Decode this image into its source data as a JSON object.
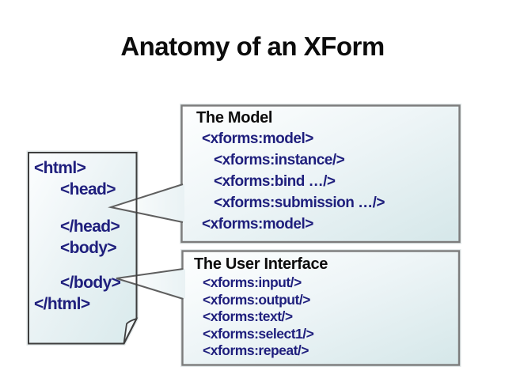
{
  "title": "Anatomy of an XForm",
  "document_box": {
    "lines": [
      "<html>",
      "<head>",
      "</head>",
      "<body>",
      "</body>",
      "</html>"
    ]
  },
  "model_box": {
    "heading": "The Model",
    "lines": [
      "<xforms:model>",
      "<xforms:instance/>",
      "<xforms:bind …/>",
      "<xforms:submission …/>",
      "<xforms:model>"
    ]
  },
  "ui_box": {
    "heading": "The User Interface",
    "lines": [
      "<xforms:input/>",
      "<xforms:output/>",
      "<xforms:text/>",
      "<xforms:select1/>",
      "<xforms:repeat/>"
    ]
  },
  "colors": {
    "code_text": "#1f1f7d",
    "heading_text": "#0d0d0d",
    "box_fill_top": "#feffff",
    "box_fill_bottom": "#d5e7e9",
    "box_border": "#7c7c7c",
    "document_border": "#3e3e3e",
    "callout_border": "#5f5f5f",
    "background": "#ffffff"
  }
}
